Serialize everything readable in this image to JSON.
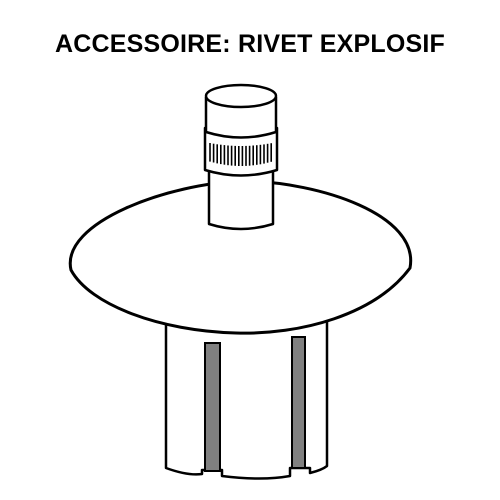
{
  "title": "ACCESSOIRE: RIVET EXPLOSIF",
  "colors": {
    "background": "#ffffff",
    "outline": "#000000",
    "slot_fill": "#808080"
  },
  "illustration": {
    "icon": "rivet-icon",
    "parts": [
      "mandrel-pin",
      "knurled-band",
      "dome-head",
      "shank-sleeve",
      "shank-slots"
    ]
  }
}
